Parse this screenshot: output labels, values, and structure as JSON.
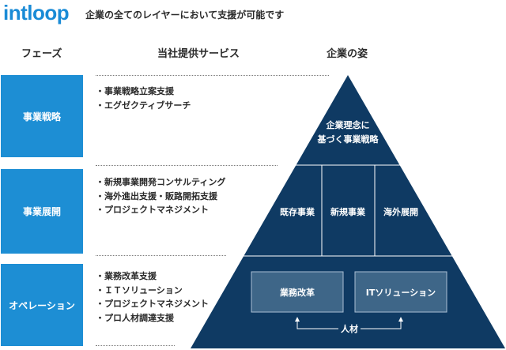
{
  "brand": {
    "logo_text": "intloop",
    "accent": "#1d8ed4",
    "navy": "#0f3a63"
  },
  "tagline": "企業の全てのレイヤーにおいて支援が可能です",
  "headers": {
    "phase": "フェーズ",
    "services": "当社提供サービス",
    "company": "企業の姿"
  },
  "phases": [
    {
      "label": "事業戦略",
      "services": [
        "・事業戦略立案支援",
        "・エグゼクティブサーチ"
      ]
    },
    {
      "label": "事業展開",
      "services": [
        "・新規事業開発コンサルティング",
        "・海外進出支援・販路開拓支援",
        "・プロジェクトマネジメント"
      ]
    },
    {
      "label": "オペレーション",
      "services": [
        "・業務改革支援",
        "・ＩＴソリューション",
        "・プロジェクトマネジメント",
        "・プロ人材調達支援"
      ]
    }
  ],
  "pyramid": {
    "top": [
      "企業理念に",
      "基づく事業戦略"
    ],
    "middle": [
      "既存事業",
      "新規事業",
      "海外展開"
    ],
    "bottom": [
      "業務改革",
      "ITソリューション"
    ],
    "foundation": "人材"
  }
}
